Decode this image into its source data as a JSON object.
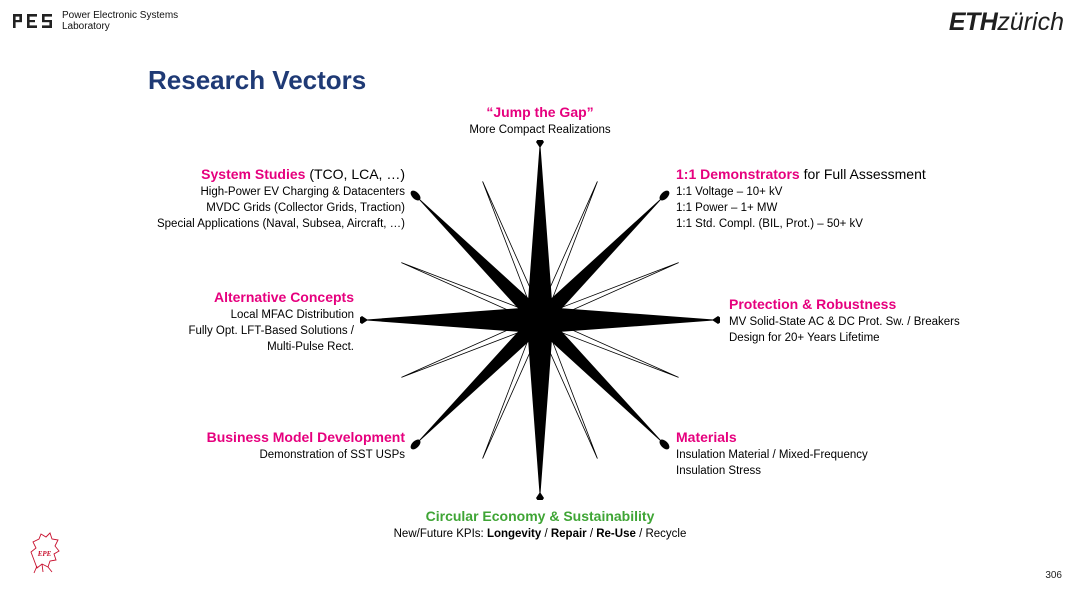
{
  "header": {
    "lab_name_line1": "Power Electronic Systems",
    "lab_name_line2": "Laboratory",
    "eth_bold": "ETH",
    "eth_italic": "zürich"
  },
  "title": "Research Vectors",
  "blocks": {
    "top": {
      "heading": "“Jump the Gap”",
      "line1": "More Compact Realizations"
    },
    "top_left": {
      "heading": "System Studies",
      "heading_suffix": " (TCO, LCA, …)",
      "line1": "High-Power EV Charging & Datacenters",
      "line2": "MVDC Grids (Collector Grids, Traction)",
      "line3": "Special Applications (Naval, Subsea, Aircraft, …)"
    },
    "top_right": {
      "heading": "1:1 Demonstrators",
      "heading_suffix": " for Full Assessment",
      "line1": "1:1 Voltage – 10+ kV",
      "line2": "1:1 Power – 1+ MW",
      "line3": "1:1 Std. Compl. (BIL, Prot.) – 50+ kV"
    },
    "left": {
      "heading": "Alternative Concepts",
      "line1": "Local MFAC Distribution",
      "line2": "Fully Opt. LFT-Based Solutions /",
      "line3": "Multi-Pulse Rect."
    },
    "right": {
      "heading": "Protection & Robustness",
      "line1": "MV Solid-State AC & DC Prot. Sw. / Breakers",
      "line2": "Design for 20+ Years Lifetime"
    },
    "bottom_left": {
      "heading": "Business Model Development",
      "line1": "Demonstration of SST USPs"
    },
    "bottom_right": {
      "heading": "Materials",
      "line1": "Insulation  Material / Mixed-Frequency",
      "line2": "Insulation Stress"
    },
    "bottom": {
      "heading": "Circular Economy & Sustainability",
      "prefix": "New/Future KPIs: ",
      "kpi1": "Longevity",
      "sep1": " / ",
      "kpi2": "Repair",
      "sep2": " / ",
      "kpi3": "Re-Use",
      "sep3": " / ",
      "kpi4": "Recycle"
    }
  },
  "page_number": "306",
  "colors": {
    "title": "#1f3a75",
    "heading_pink": "#e6007e",
    "heading_green": "#3fa535",
    "compass": "#000000"
  }
}
